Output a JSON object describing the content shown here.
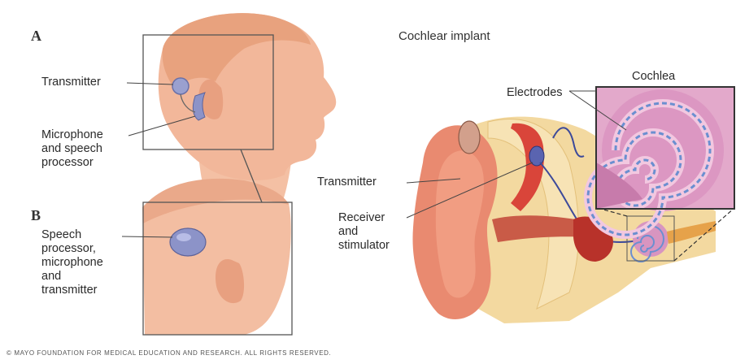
{
  "title": "Cochlear implant",
  "panel_a": {
    "letter": "A",
    "transmitter_label": "Transmitter",
    "microphone_label": "Microphone\nand speech\nprocessor"
  },
  "panel_b": {
    "letter": "B",
    "speech_label": "Speech\nprocessor,\nmicrophone\nand\ntransmitter"
  },
  "ear_diagram": {
    "transmitter_label": "Transmitter",
    "receiver_label": "Receiver\nand\nstimulator",
    "electrodes_label": "Electrodes",
    "cochlea_label": "Cochlea"
  },
  "footer": "© MAYO FOUNDATION FOR MEDICAL EDUCATION AND RESEARCH. ALL RIGHTS RESERVED.",
  "colors": {
    "skin": "#f2b79a",
    "skin_shadow": "#e39578",
    "hair": "#e8a27e",
    "device": "#8c93c8",
    "cochlea": "#d895c0",
    "electrode": "#6b8fd0",
    "bone": "#f3d9a0"
  }
}
